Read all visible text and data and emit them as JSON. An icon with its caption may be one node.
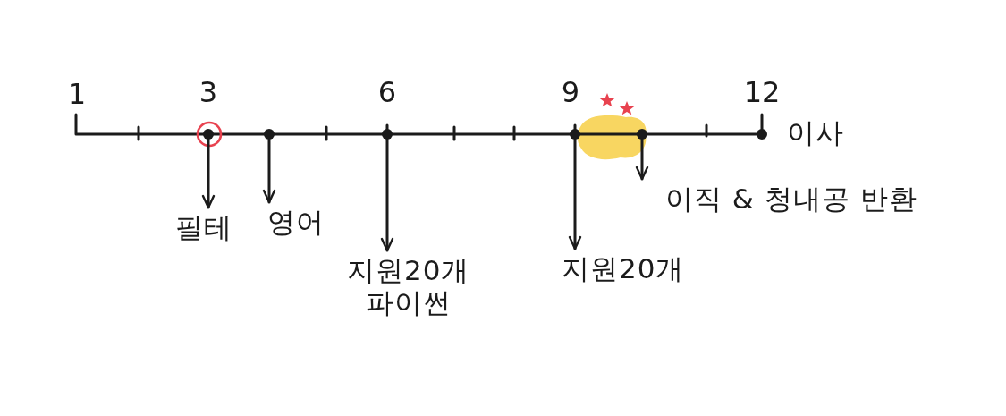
{
  "diagram": {
    "nodes": [
      {
        "text": [],
        "shape": "circle"
      },
      {
        "text": [],
        "shape": "circle"
      },
      {
        "text": [],
        "shape": "circle"
      },
      {
        "text": [],
        "shape": "circle"
      },
      {
        "text": [],
        "shape": "circle"
      },
      {
        "text": [],
        "shape": "circle",
        "beside": [
          "이사"
        ]
      },
      {
        "text": [
          "필테"
        ]
      },
      {
        "text": [
          "영어"
        ]
      },
      {
        "text": [
          "지원20개",
          "파이썬"
        ]
      },
      {
        "text": [
          "이직 & 청내공 반환"
        ]
      },
      {
        "text": [
          "지원20개"
        ]
      }
    ],
    "edges": [
      {
        "from": 0,
        "to": 6,
        "arrow": "to"
      },
      {
        "from": 1,
        "to": 7,
        "arrow": "to"
      },
      {
        "from": 2,
        "to": 8,
        "arrow": "to"
      },
      {
        "from": 3,
        "to": 10,
        "arrow": "to"
      },
      {
        "from": 4,
        "to": 9,
        "arrow": "to"
      }
    ],
    "labels": [
      "1",
      "3",
      "6",
      "9",
      "12"
    ]
  }
}
